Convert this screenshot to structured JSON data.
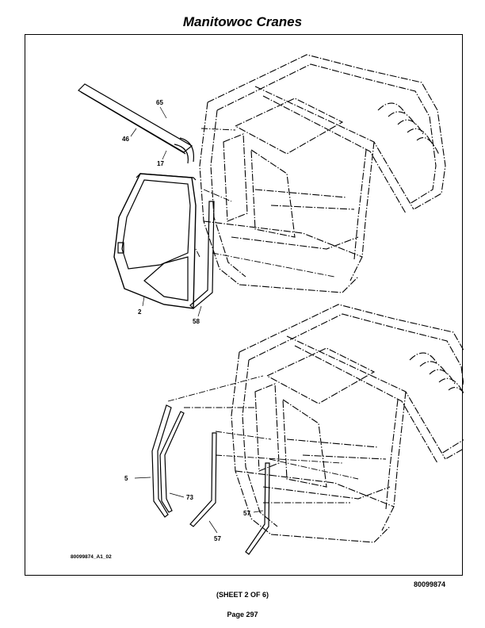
{
  "header": {
    "title": "Manitowoc Cranes"
  },
  "figure": {
    "id_label": "80099874_A1_02",
    "callouts": {
      "c65": "65",
      "c46": "46",
      "c17": "17",
      "c2": "2",
      "c58": "58",
      "c5": "5",
      "c73": "73",
      "c57a": "57",
      "c57b": "57"
    }
  },
  "footer": {
    "drawing_number": "80099874",
    "sheet": "(SHEET 2 OF 6)",
    "page": "Page 297"
  }
}
